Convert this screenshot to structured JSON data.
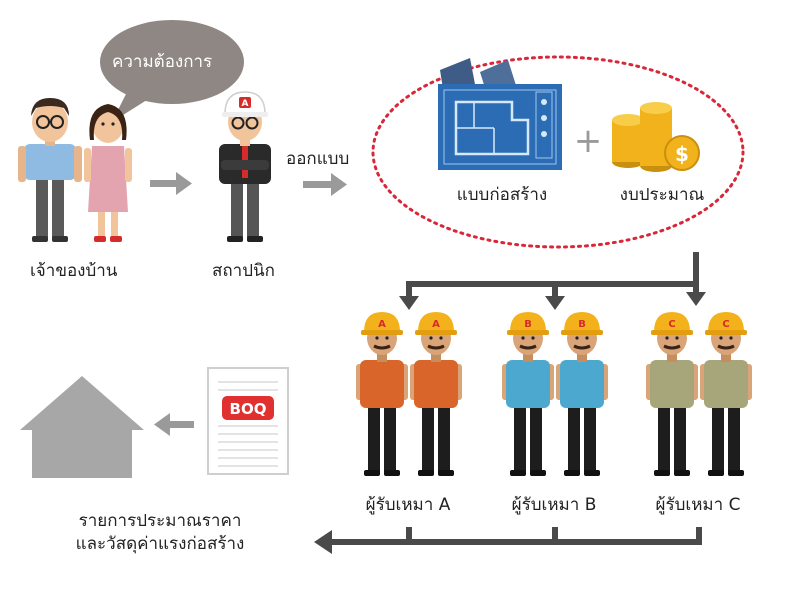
{
  "speech_bubble": {
    "text": "ความต้องการ"
  },
  "homeowner": {
    "label": "เจ้าของบ้าน"
  },
  "architect": {
    "label": "สถาปนิก",
    "helmet_letter": "A"
  },
  "design_arrow": {
    "label": "ออกแบบ"
  },
  "outputs": {
    "blueprint_label": "แบบก่อสร้าง",
    "plus": "+",
    "budget_label": "งบประมาณ",
    "coin_symbol": "$"
  },
  "contractors": [
    {
      "label": "ผู้รับเหมา A",
      "letter": "A",
      "shirt": "#d9652b"
    },
    {
      "label": "ผู้รับเหมา B",
      "letter": "B",
      "shirt": "#4da8cf"
    },
    {
      "label": "ผู้รับเหมา C",
      "letter": "C",
      "shirt": "#a7a57a"
    }
  ],
  "boq": {
    "text": "BOQ"
  },
  "result": {
    "line1": "รายการประมาณราคา",
    "line2": "และวัสดุค่าแรงก่อสร้าง"
  },
  "colors": {
    "arrow_gray": "#9a9a9a",
    "arrow_dark": "#4a4a4a",
    "bubble": "#8e8783",
    "dotted_ellipse": "#d9273a",
    "helmet": "#f3b21b",
    "house": "#a7a7a7",
    "boq_red": "#e03030"
  }
}
